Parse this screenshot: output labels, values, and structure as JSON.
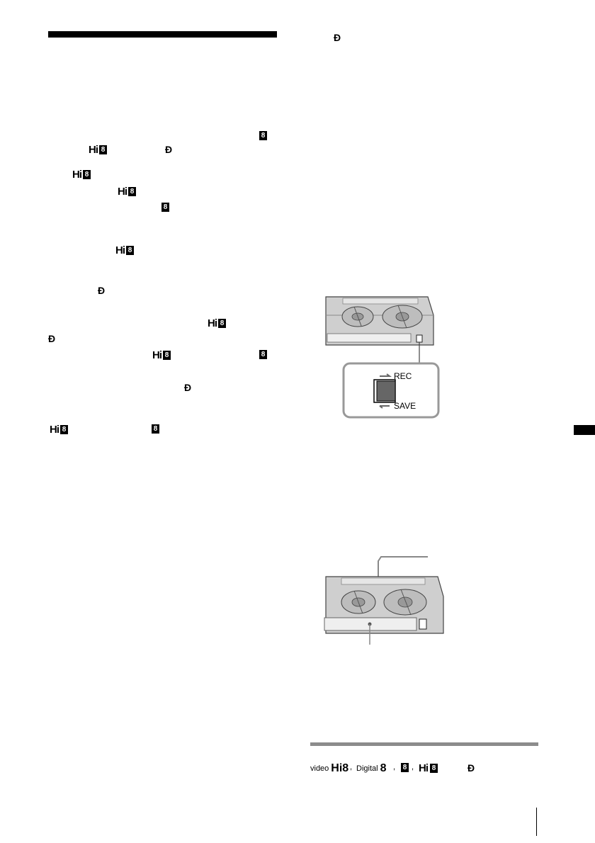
{
  "marks": {
    "eight": "8",
    "hi": "Hi",
    "d_symbol": "Ɖ"
  },
  "diagram_write_protect": {
    "rec_label": "REC",
    "save_label": "SAVE"
  },
  "footer_logos": {
    "video_word": "video",
    "hi8_word": "Hi8",
    "digital_word": "Digital",
    "digital_8": "8",
    "separator": ","
  }
}
